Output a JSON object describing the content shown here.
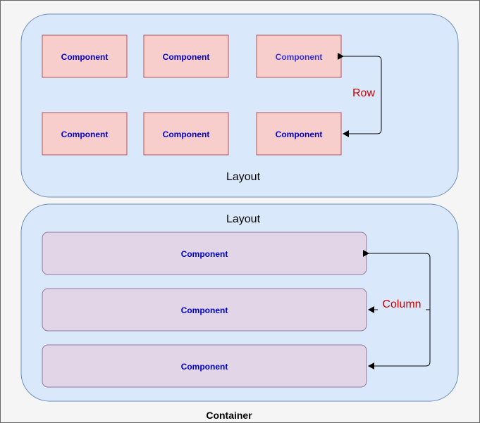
{
  "container": {
    "label": "Container"
  },
  "layout_row": {
    "label": "Layout",
    "components": [
      {
        "label": "Component"
      },
      {
        "label": "Component"
      },
      {
        "label": "Component"
      },
      {
        "label": "Component"
      },
      {
        "label": "Component"
      },
      {
        "label": "Component"
      }
    ],
    "annotation": "Row"
  },
  "layout_column": {
    "label": "Layout",
    "components": [
      {
        "label": "Component"
      },
      {
        "label": "Component"
      },
      {
        "label": "Component"
      }
    ],
    "annotation": "Column"
  },
  "colors": {
    "canvas": "#f5f5f5",
    "layout_fill": "#dae8fc",
    "layout_stroke": "#6c8ebf",
    "row_component_fill": "#f8cecc",
    "row_component_stroke": "#b85450",
    "column_component_fill": "#e1d5e7",
    "column_component_stroke": "#9673a6",
    "component_text": "#0000cc",
    "annotation_text": "#cc0000"
  }
}
